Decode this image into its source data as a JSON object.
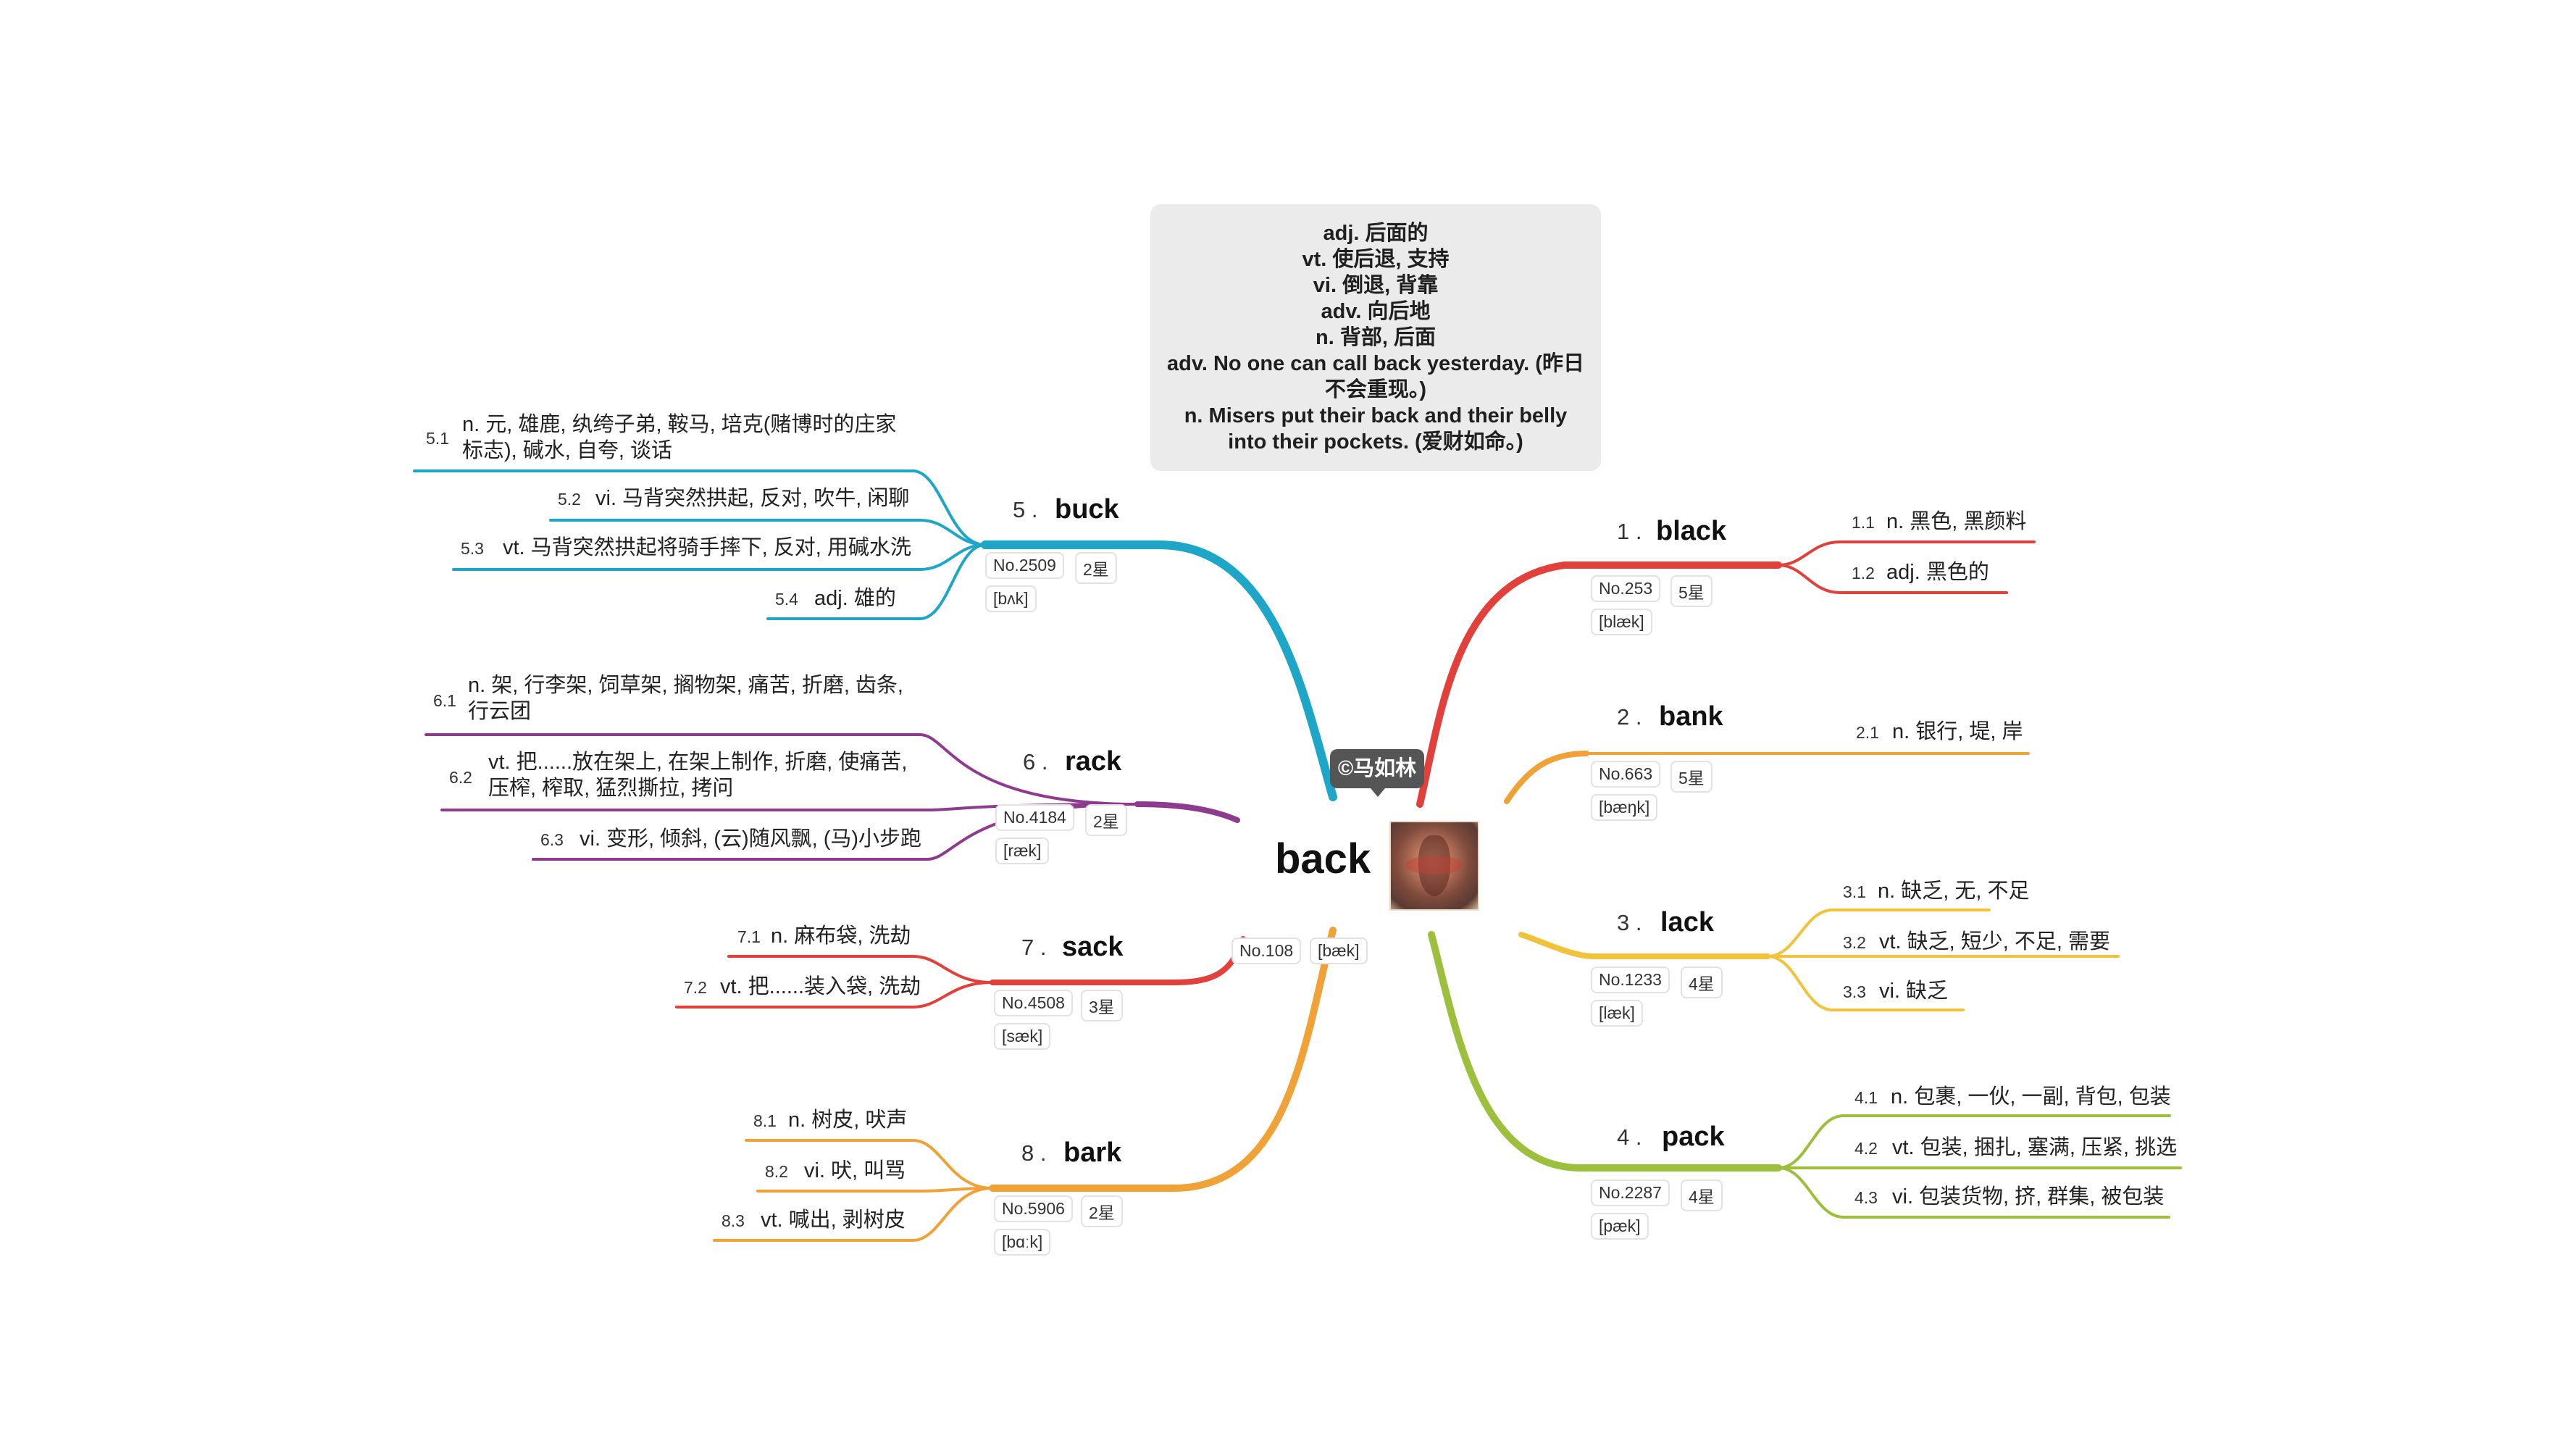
{
  "center": {
    "word": "back",
    "callout": "©马如林",
    "no": "No.108",
    "ipa": "[bæk]"
  },
  "definitions": [
    "adj. 后面的",
    "vt. 使后退, 支持",
    "vi. 倒退, 背靠",
    "adv. 向后地",
    "n. 背部, 后面",
    "adv. No one can call back yesterday. (昨日",
    "不会重现。)",
    "n. Misers put their back and their belly",
    "into their pockets. (爱财如命。)"
  ],
  "colors": {
    "black": "#e2403a",
    "bank": "#f0a236",
    "lack": "#f2c23a",
    "pack": "#9cc03c",
    "buck": "#1ea6c8",
    "rack": "#8e3a8e",
    "sack": "#e2403a",
    "bark": "#f0a236"
  },
  "branches": [
    {
      "num": "1 .",
      "word": "black",
      "no": "No.253",
      "stars": "5星",
      "ipa": "[blæk]",
      "items": [
        {
          "num": "1.1",
          "text": "n. 黑色, 黑颜料"
        },
        {
          "num": "1.2",
          "text": "adj. 黑色的"
        }
      ]
    },
    {
      "num": "2 .",
      "word": "bank",
      "no": "No.663",
      "stars": "5星",
      "ipa": "[bæŋk]",
      "items": [
        {
          "num": "2.1",
          "text": "n. 银行, 堤, 岸"
        }
      ]
    },
    {
      "num": "3 .",
      "word": "lack",
      "no": "No.1233",
      "stars": "4星",
      "ipa": "[læk]",
      "items": [
        {
          "num": "3.1",
          "text": "n. 缺乏, 无, 不足"
        },
        {
          "num": "3.2",
          "text": "vt. 缺乏, 短少, 不足, 需要"
        },
        {
          "num": "3.3",
          "text": "vi. 缺乏"
        }
      ]
    },
    {
      "num": "4 .",
      "word": "pack",
      "no": "No.2287",
      "stars": "4星",
      "ipa": "[pæk]",
      "items": [
        {
          "num": "4.1",
          "text": "n. 包裹, 一伙, 一副, 背包, 包装"
        },
        {
          "num": "4.2",
          "text": "vt. 包装, 捆扎, 塞满, 压紧, 挑选"
        },
        {
          "num": "4.3",
          "text": "vi. 包装货物, 挤, 群集, 被包装"
        }
      ]
    },
    {
      "num": "5 .",
      "word": "buck",
      "no": "No.2509",
      "stars": "2星",
      "ipa": "[bʌk]",
      "items": [
        {
          "num": "5.1",
          "text": "n. 元, 雄鹿, 纨绔子弟, 鞍马, 培克(赌博时的庄家标志), 碱水, 自夸, 谈话"
        },
        {
          "num": "5.2",
          "text": "vi. 马背突然拱起, 反对, 吹牛, 闲聊"
        },
        {
          "num": "5.3",
          "text": "vt. 马背突然拱起将骑手摔下, 反对, 用碱水洗"
        },
        {
          "num": "5.4",
          "text": "adj. 雄的"
        }
      ]
    },
    {
      "num": "6 .",
      "word": "rack",
      "no": "No.4184",
      "stars": "2星",
      "ipa": "[ræk]",
      "items": [
        {
          "num": "6.1",
          "text": "n. 架, 行李架, 饲草架, 搁物架, 痛苦, 折磨, 齿条, 行云团"
        },
        {
          "num": "6.2",
          "text": "vt. 把......放在架上, 在架上制作, 折磨, 使痛苦, 压榨, 榨取, 猛烈撕拉, 拷问"
        },
        {
          "num": "6.3",
          "text": "vi. 变形, 倾斜, (云)随风飘, (马)小步跑"
        }
      ]
    },
    {
      "num": "7 .",
      "word": "sack",
      "no": "No.4508",
      "stars": "3星",
      "ipa": "[sæk]",
      "items": [
        {
          "num": "7.1",
          "text": "n. 麻布袋, 洗劫"
        },
        {
          "num": "7.2",
          "text": "vt. 把......装入袋, 洗劫"
        }
      ]
    },
    {
      "num": "8 .",
      "word": "bark",
      "no": "No.5906",
      "stars": "2星",
      "ipa": "[bɑːk]",
      "items": [
        {
          "num": "8.1",
          "text": "n. 树皮, 吠声"
        },
        {
          "num": "8.2",
          "text": "vi. 吠, 叫骂"
        },
        {
          "num": "8.3",
          "text": "vt. 喊出, 剥树皮"
        }
      ]
    }
  ]
}
